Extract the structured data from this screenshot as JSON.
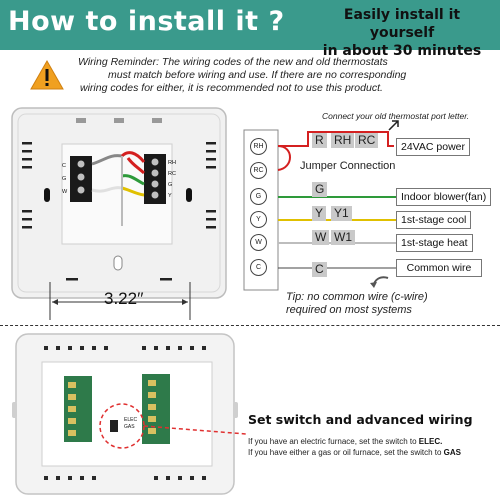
{
  "header": {
    "title": "How to install it ?",
    "subtitle_line1": "Easily install it yourself",
    "subtitle_line2": "in about 30 minutes"
  },
  "reminder": {
    "line1": "Wiring Reminder: The wiring codes of the new and old thermostats",
    "line2": "must match before wiring and use. If there are no corresponding",
    "line3": "wiring codes for either, it is recommended not to use this product."
  },
  "wiring": {
    "connect_note": "Connect your old thermostat port letter.",
    "jumper": "Jumper Connection",
    "terminals": [
      "RH",
      "RC",
      "G",
      "Y",
      "W",
      "C"
    ],
    "top_codes": [
      "R",
      "RH",
      "RC"
    ],
    "rows": [
      {
        "codes": [
          "G"
        ],
        "label": "Indoor blower(fan)",
        "color": "#2e9a3a"
      },
      {
        "codes": [
          "Y",
          "Y1"
        ],
        "label": "1st-stage cool",
        "color": "#e0c000"
      },
      {
        "codes": [
          "W",
          "W1"
        ],
        "label": "1st-stage heat",
        "color": "#bdbdbd"
      },
      {
        "codes": [
          "C"
        ],
        "label": "Common wire",
        "color": "#444444"
      }
    ],
    "power_label": "24VAC power",
    "tip_line1": "Tip: no common wire (c-wire)",
    "tip_line2": "required on most systems"
  },
  "plate": {
    "dimension": "3.22′′",
    "left_terminals": [
      "C",
      "G",
      "W"
    ],
    "right_terminals": [
      "RH",
      "RC",
      "G",
      "Y"
    ],
    "switch_elec": "ELEC",
    "switch_gas": "GAS"
  },
  "advanced": {
    "title": "Set switch and advanced wiring",
    "line1_text": "If you have an electric furnace, set the switch to",
    "line1_value": "ELEC.",
    "line2_text": "If you have either a gas or oil furnace, set the switch to",
    "line2_value": "GAS"
  },
  "colors": {
    "header_bg": "#3a9a8c",
    "warning": "#f0a020",
    "red_wire": "#d42020",
    "dashed_red": "#e03030"
  }
}
